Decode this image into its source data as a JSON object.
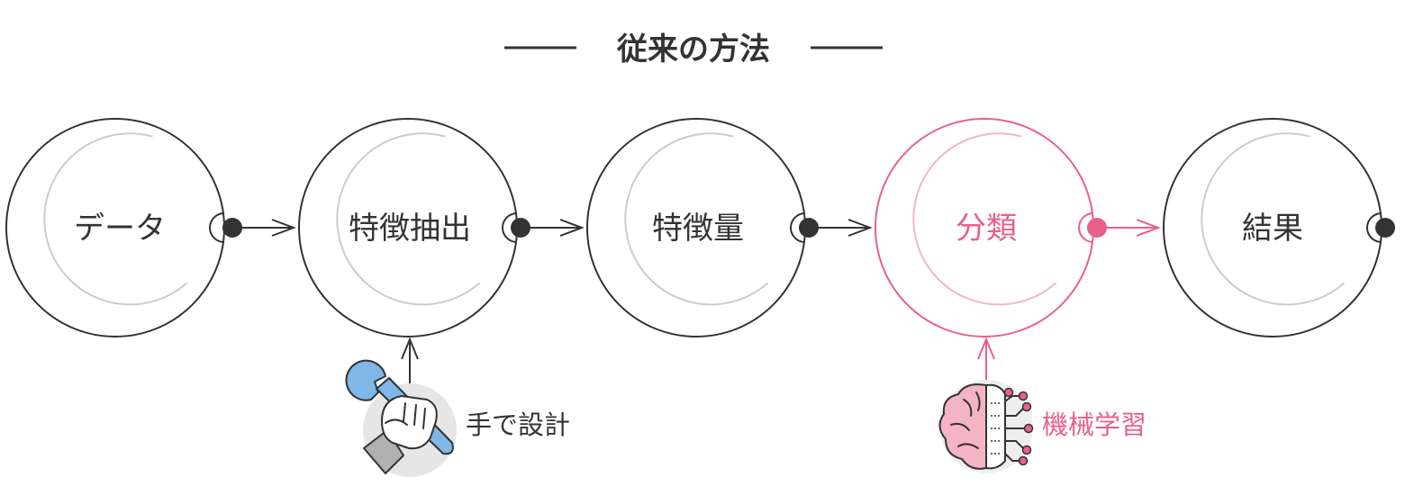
{
  "title": "従来の方法",
  "nodes": [
    {
      "label": "データ",
      "highlight": false
    },
    {
      "label": "特徴抽出",
      "highlight": false
    },
    {
      "label": "特徴量",
      "highlight": false
    },
    {
      "label": "分類",
      "highlight": true
    },
    {
      "label": "結果",
      "highlight": false
    }
  ],
  "inputs": [
    {
      "label": "手で設計",
      "icon": "wrench-hand-icon",
      "target_node": 1
    },
    {
      "label": "機械学習",
      "icon": "brain-circuit-icon",
      "target_node": 3
    }
  ],
  "colors": {
    "stroke": "#333333",
    "inner": "#cccccc",
    "accent": "#e8608a",
    "accent_light": "#f2b5c8",
    "text": "#333333"
  }
}
